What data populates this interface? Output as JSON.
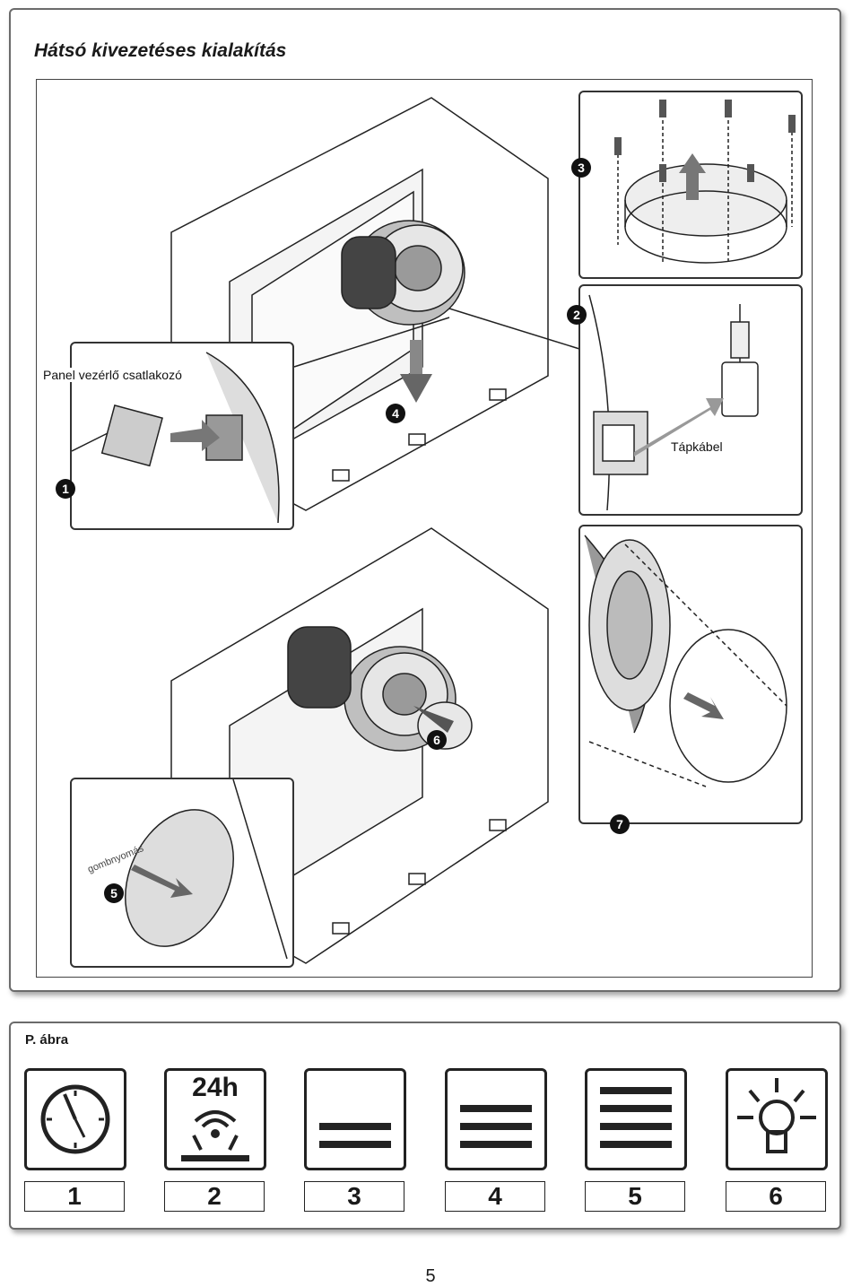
{
  "page_title": "Hátsó kivezetéses kialakítás",
  "callouts": {
    "panel_connector": "Panel vezérlő csatlakozó",
    "power_cable": "Tápkábel",
    "button_press": "gombnyomás"
  },
  "steps": [
    "1",
    "2",
    "3",
    "4",
    "5",
    "6",
    "7"
  ],
  "figure_label": "P. ábra",
  "controls": [
    {
      "number": "1",
      "icon": "clock-icon"
    },
    {
      "number": "2",
      "icon": "24h-fan-icon",
      "text": "24h"
    },
    {
      "number": "3",
      "icon": "speed-2-bars-icon"
    },
    {
      "number": "4",
      "icon": "speed-3-bars-icon"
    },
    {
      "number": "5",
      "icon": "speed-4-bars-icon"
    },
    {
      "number": "6",
      "icon": "light-bulb-icon"
    }
  ],
  "page_number": "5"
}
